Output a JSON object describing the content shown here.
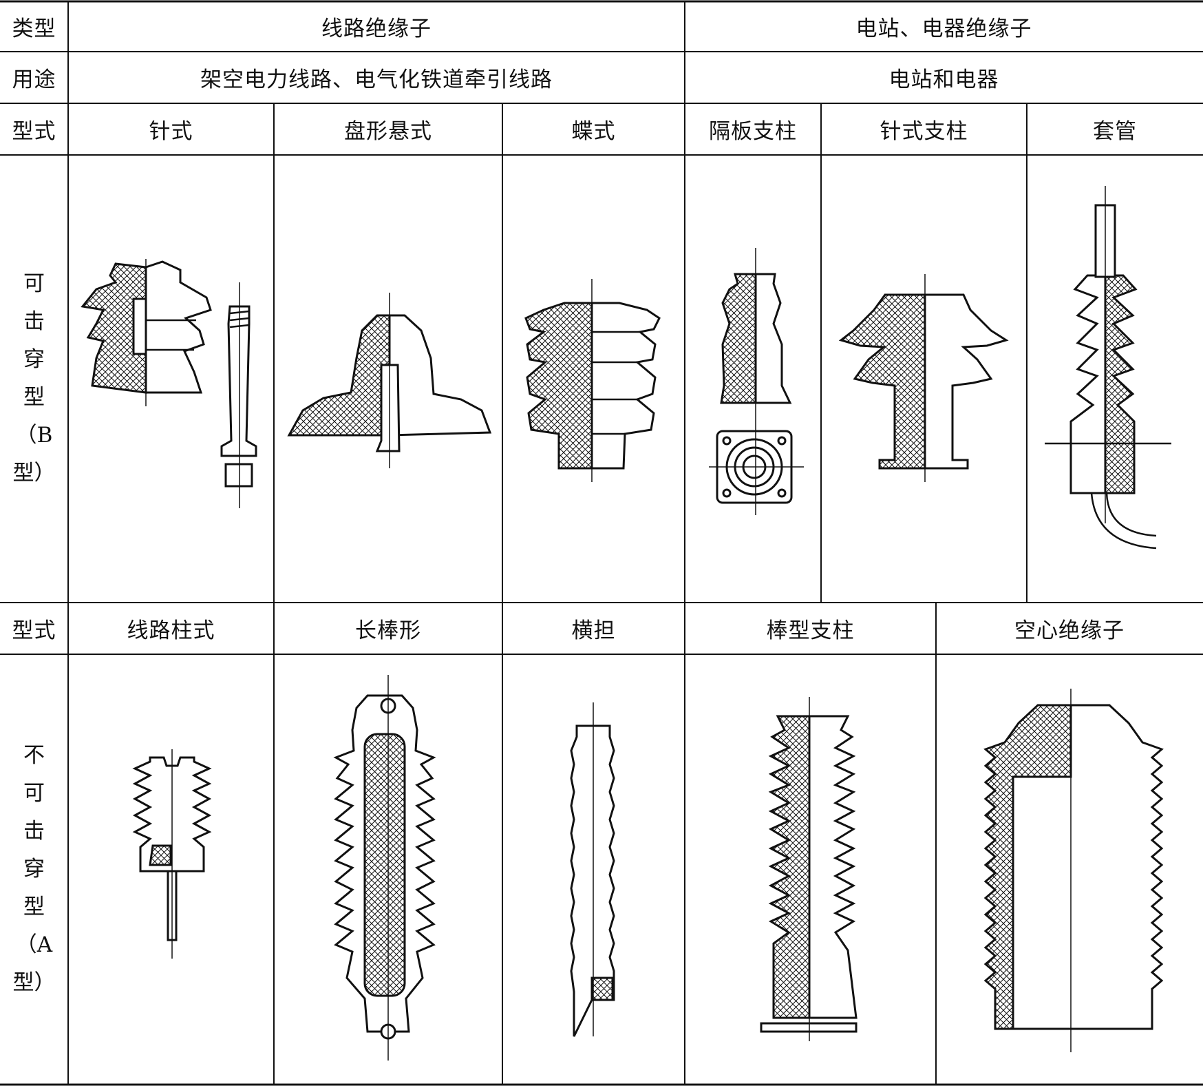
{
  "table": {
    "header": {
      "type_label": "类型",
      "line_insulator": "线路绝缘子",
      "station_insulator": "电站、电器绝缘子"
    },
    "usage": {
      "label": "用途",
      "line_usage": "架空电力线路、电气化铁道牵引线路",
      "station_usage": "电站和电器"
    },
    "b_forms": {
      "label": "型式",
      "items": [
        "针式",
        "盘形悬式",
        "蝶式",
        "隔板支柱",
        "针式支柱",
        "套管"
      ]
    },
    "b_row_label": [
      "可",
      "击",
      "穿",
      "型",
      "（B",
      "型）"
    ],
    "a_forms": {
      "label": "型式",
      "items": [
        "线路柱式",
        "长棒形",
        "横担",
        "棒型支柱",
        "空心绝缘子"
      ]
    },
    "a_row_label": [
      "不",
      "可",
      "击",
      "穿",
      "型",
      "（A",
      "型）"
    ]
  }
}
